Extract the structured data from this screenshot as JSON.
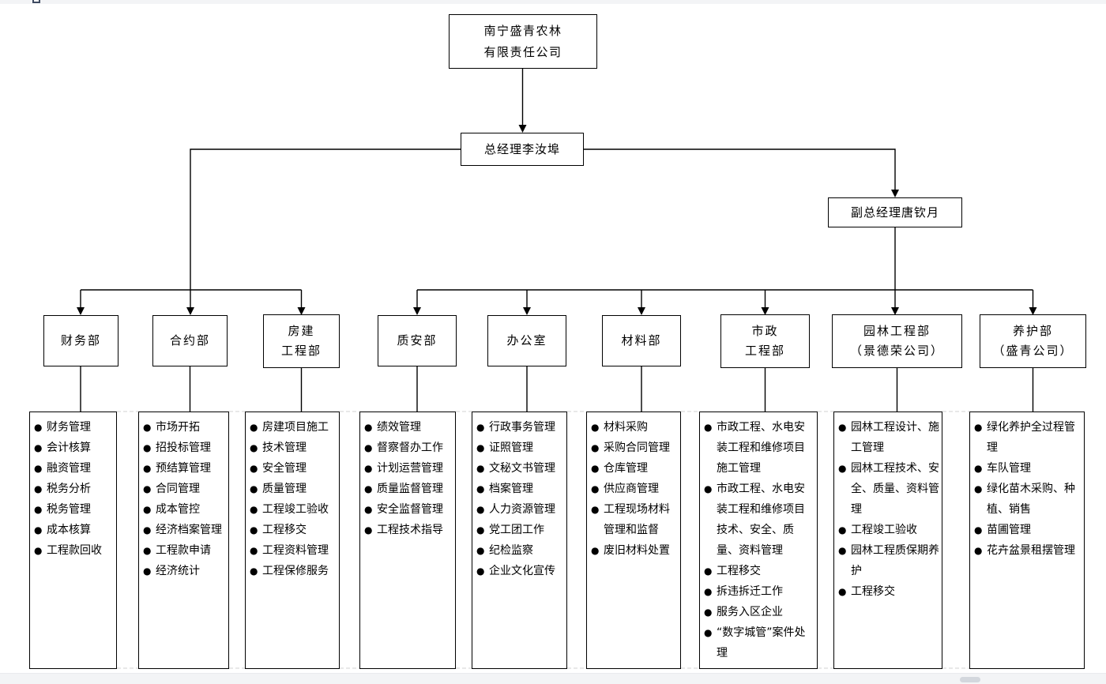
{
  "bullet_glyph": "●",
  "colors": {
    "line": "#000000",
    "grid_dash": "#d9d9d9",
    "strip": "#f3f4f6",
    "scroll_thumb": "#d3d7dd"
  },
  "root": {
    "line1": "南宁盛青农林",
    "line2": "有限责任公司"
  },
  "general_manager": {
    "label": "总经理李汝埠"
  },
  "deputy_manager": {
    "label": "副总经理唐钦月"
  },
  "departments": [
    {
      "name_lines": [
        "财务部",
        ""
      ],
      "duties": [
        "财务管理",
        "会计核算",
        "融资管理",
        "税务分析",
        "税务管理",
        "成本核算",
        "工程款回收"
      ]
    },
    {
      "name_lines": [
        "合约部",
        ""
      ],
      "duties": [
        "市场开拓",
        "招投标管理",
        "预结算管理",
        "合同管理",
        "成本管控",
        "经济档案管理",
        "工程款申请",
        "经济统计"
      ]
    },
    {
      "name_lines": [
        "房建",
        "工程部"
      ],
      "duties": [
        "房建项目施工",
        "技术管理",
        "安全管理",
        "质量管理",
        "工程竣工验收",
        "工程移交",
        "工程资料管理",
        "工程保修服务"
      ]
    },
    {
      "name_lines": [
        "质安部",
        ""
      ],
      "duties": [
        "绩效管理",
        "督察督办工作",
        "计划运营管理",
        "质量监督管理",
        "安全监督管理",
        "工程技术指导"
      ]
    },
    {
      "name_lines": [
        "办公室",
        ""
      ],
      "duties": [
        "行政事务管理",
        "证照管理",
        "文秘文书管理",
        "档案管理",
        "人力资源管理",
        "党工团工作",
        "纪检监察",
        "企业文化宣传"
      ]
    },
    {
      "name_lines": [
        "材料部",
        ""
      ],
      "duties": [
        "材料采购",
        "采购合同管理",
        "仓库管理",
        "供应商管理",
        "工程现场材料管理和监督",
        "废旧材料处置"
      ]
    },
    {
      "name_lines": [
        "市政",
        "工程部"
      ],
      "duties": [
        "市政工程、水电安装工程和维修项目施工管理",
        "市政工程、水电安装工程和维修项目技术、安全、质量、资料管理",
        "工程移交",
        "拆违拆迁工作",
        "服务入区企业",
        "“数字城管”案件处理"
      ]
    },
    {
      "name_lines": [
        "园林工程部",
        "（景德荣公司）"
      ],
      "duties": [
        "园林工程设计、施工管理",
        "园林工程技术、安全、质量、资料管理",
        "工程竣工验收",
        "园林工程质保期养护",
        "工程移交"
      ]
    },
    {
      "name_lines": [
        "养护部",
        "（盛青公司）"
      ],
      "duties": [
        "绿化养护全过程管理",
        "车队管理",
        "绿化苗木采购、种植、销售",
        "苗圃管理",
        "花卉盆景租摆管理"
      ]
    }
  ]
}
